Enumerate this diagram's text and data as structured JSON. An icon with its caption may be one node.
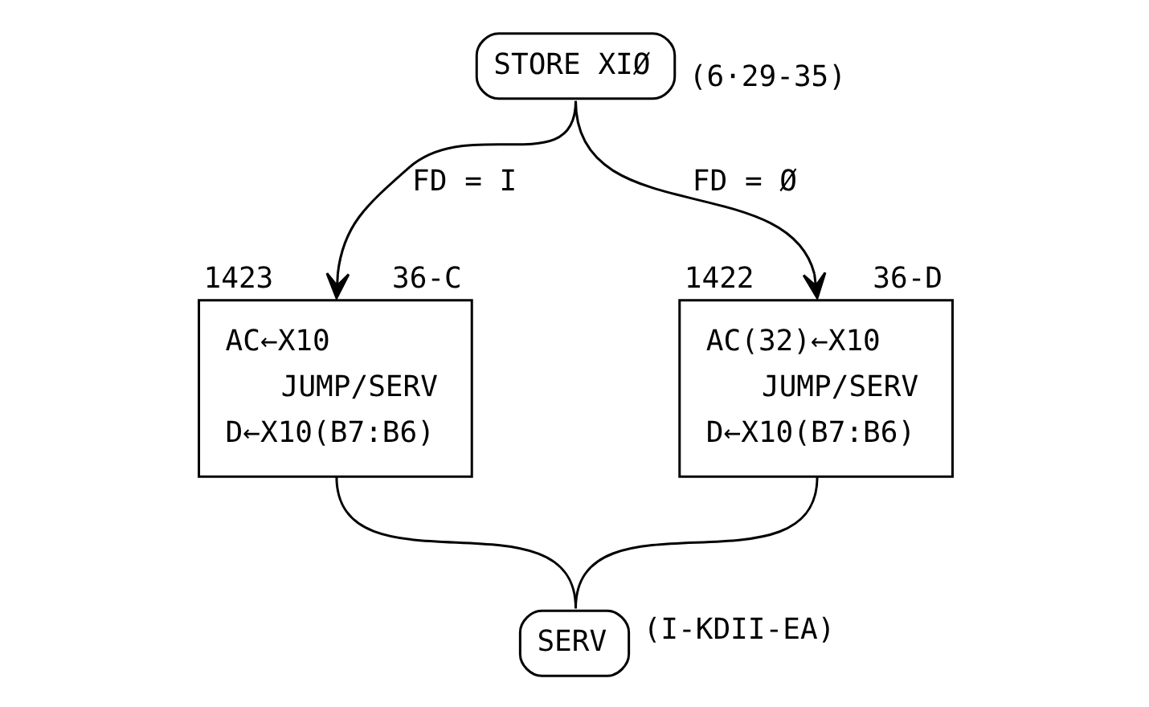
{
  "diagram": {
    "nodes": [
      {
        "text": [
          "STORE XIØ"
        ],
        "beside": [
          "(6·29-35)"
        ]
      },
      {
        "text": [
          "AC←X10",
          "JUMP/SERV",
          "D←X10(B7:B6)"
        ],
        "beside": [
          "1423",
          "36-C"
        ]
      },
      {
        "text": [
          "AC(32)←X10",
          "JUMP/SERV",
          "D←X10(B7:B6)"
        ],
        "beside": [
          "1422",
          "36-D"
        ]
      },
      {
        "text": [
          "SERV"
        ],
        "beside": [
          "(I-KDII-EA)"
        ]
      }
    ],
    "edges": [
      {
        "from": 0,
        "to": 1,
        "arrow": "to",
        "label": "FD = I"
      },
      {
        "from": 0,
        "to": 2,
        "arrow": "to",
        "label": "FD = Ø"
      },
      {
        "from": 1,
        "to": 3,
        "arrow": "none"
      },
      {
        "from": 2,
        "to": 3,
        "arrow": "none"
      }
    ]
  }
}
